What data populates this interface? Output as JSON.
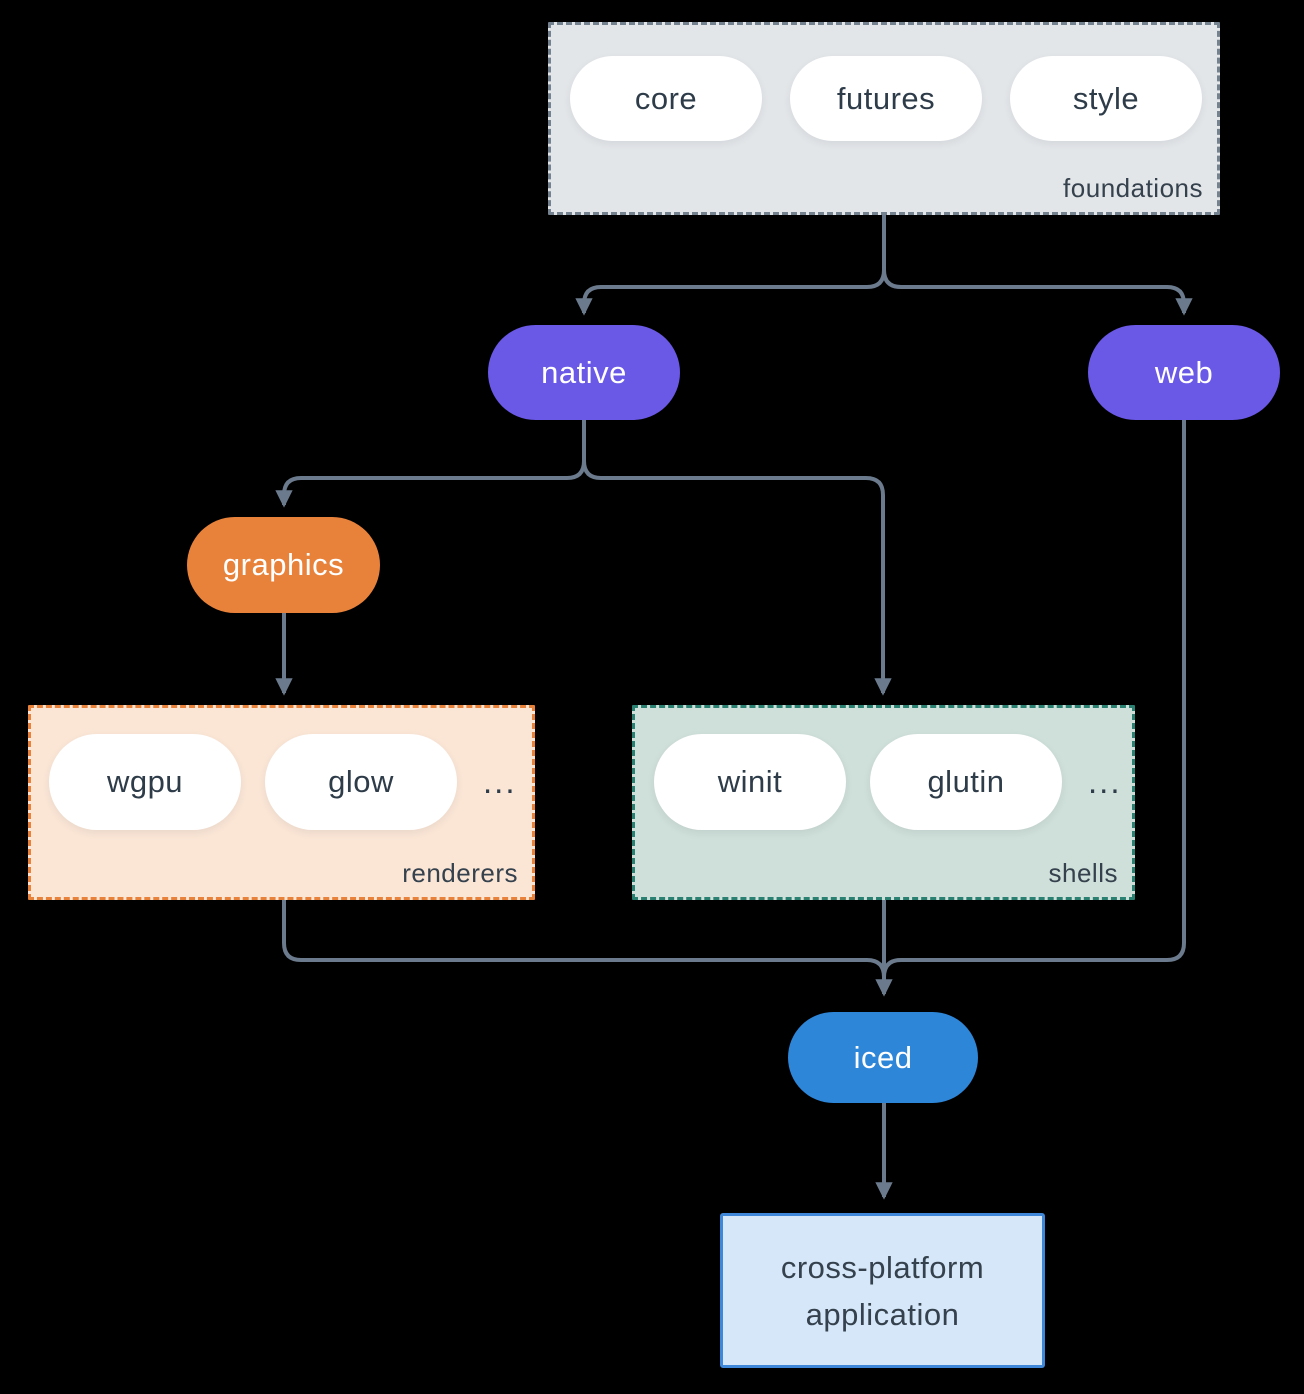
{
  "canvas": {
    "background": "#000000",
    "line_color": "#6b7a8c"
  },
  "foundations": {
    "label": "foundations",
    "pills": [
      "core",
      "futures",
      "style"
    ],
    "fill": "#e3e6e9",
    "border": "#74828f"
  },
  "nodes": {
    "native": {
      "label": "native",
      "color": "#6a58e6"
    },
    "web": {
      "label": "web",
      "color": "#6a58e6"
    },
    "graphics": {
      "label": "graphics",
      "color": "#e8823b"
    },
    "iced": {
      "label": "iced",
      "color": "#2e86d9"
    }
  },
  "renderers": {
    "label": "renderers",
    "pills": [
      "wgpu",
      "glow"
    ],
    "more": "...",
    "fill": "#fbe6d6",
    "border": "#e8823b"
  },
  "shells": {
    "label": "shells",
    "pills": [
      "winit",
      "glutin"
    ],
    "more": "...",
    "fill": "#cfdfd9",
    "border": "#2a8172"
  },
  "application": {
    "label": "cross-platform application",
    "fill": "#d5e7f8",
    "border": "#3e87d9"
  },
  "text_colors": {
    "dark": "#35414d",
    "pill_dark": "#2e3c49",
    "light": "#ffffff"
  }
}
